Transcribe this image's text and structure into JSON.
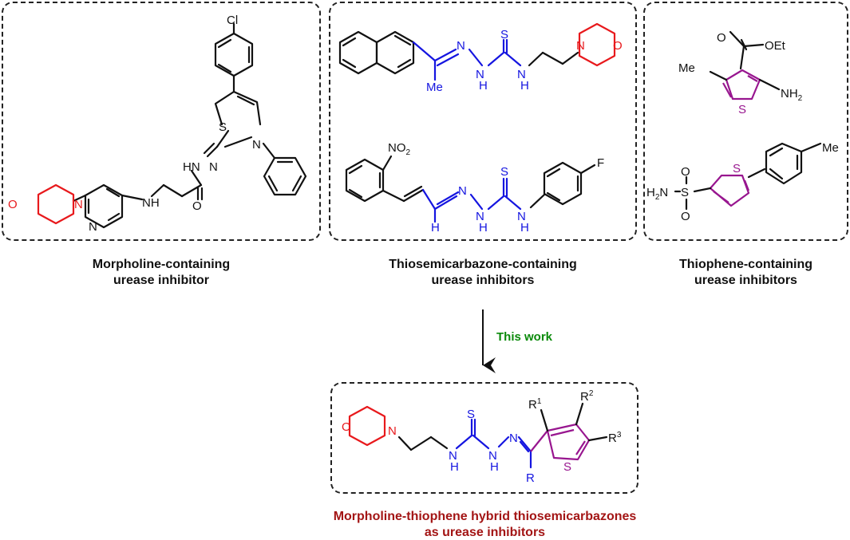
{
  "captions": {
    "morpholine": [
      "Morpholine-containing",
      "urease inhibitor"
    ],
    "thiosemicarbazone": [
      "Thiosemicarbazone-containing",
      "urease inhibitors"
    ],
    "thiophene": [
      "Thiophene-containing",
      "urease inhibitors"
    ],
    "arrow_label": "This work",
    "target": [
      "Morpholine-thiophene hybrid thiosemicarbazones",
      "as urease inhibitors"
    ]
  },
  "atoms": {
    "cl": "Cl",
    "s": "S",
    "n": "N",
    "o": "O",
    "hn": "HN",
    "nh": "NH",
    "n_eq": "N",
    "me": "Me",
    "h": "H",
    "f": "F",
    "no2": "NO",
    "no2_sub": "2",
    "oet": "OEt",
    "nh2": "NH",
    "nh2_sub": "2",
    "h2n": "H",
    "h2n_sub": "2",
    "h2n_n": "N",
    "r": "R",
    "r1": "R",
    "r1_sup": "1",
    "r2": "R",
    "r2_sup": "2",
    "r3": "R",
    "r3_sup": "3"
  },
  "colors": {
    "morpholine": "#e8191c",
    "thiosemicarbazone": "#1515e0",
    "thiophene": "#98168f",
    "arrow_label": "#0a8a0a",
    "target_caption": "#a31515"
  }
}
